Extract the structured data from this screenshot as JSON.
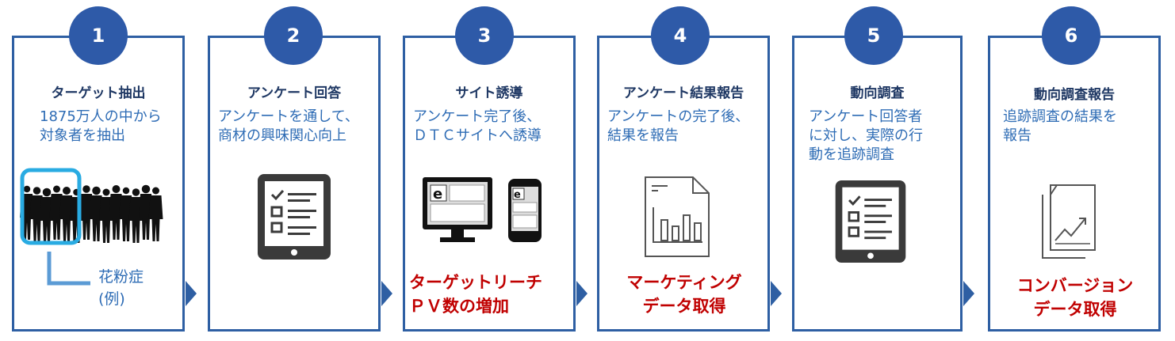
{
  "colors": {
    "box_border": "#2e5fa3",
    "circle": "#2e5aa8",
    "title": "#1f3864",
    "desc": "#2e6cb5",
    "outcome": "#c00000",
    "highlight": "#29abe2"
  },
  "steps": [
    {
      "number": "1",
      "title": "ターゲット抽出",
      "description": "1875万人の中から\n対象者を抽出",
      "icon": "crowd-silhouette-icon",
      "callout": "花粉症\n(例)"
    },
    {
      "number": "2",
      "title": "アンケート回答",
      "description": "アンケートを通して、\n商材の興味関心向上",
      "icon": "tablet-checklist-icon"
    },
    {
      "number": "3",
      "title": "サイト誘導",
      "description": "アンケート完了後、\nＤＴＣサイトへ誘導",
      "icon": "monitor-phone-icon",
      "outcome": "ターゲットリーチ\nＰＶ数の増加"
    },
    {
      "number": "4",
      "title": "アンケート結果報告",
      "description": "アンケートの完了後、\n結果を報告",
      "icon": "report-bar-chart-icon",
      "outcome": "マーケティング\nデータ取得"
    },
    {
      "number": "5",
      "title": "動向調査",
      "description": "アンケート回答者\nに対し、実際の行\n動を追跡調査",
      "icon": "tablet-checklist-icon"
    },
    {
      "number": "6",
      "title": "動向調査報告",
      "description": "追跡調査の結果を\n報告",
      "icon": "report-trend-icon",
      "outcome": "コンバージョン\nデータ取得"
    }
  ]
}
